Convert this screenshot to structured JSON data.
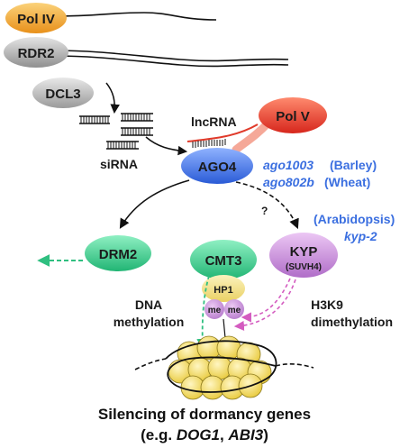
{
  "proteins": {
    "pol4": "Pol IV",
    "rdr2": "RDR2",
    "dcl3": "DCL3",
    "pol5": "Pol V",
    "ago4": "AGO4",
    "drm2": "DRM2",
    "cmt3": "CMT3",
    "kyp": "KYP",
    "kyp_alias": "(SUVH4)",
    "hp1": "HP1",
    "me1": "me",
    "me2": "me"
  },
  "labels": {
    "sirna": "siRNA",
    "lncrna": "lncRNA",
    "question": "?",
    "dna_methylation_l1": "DNA",
    "dna_methylation_l2": "methylation",
    "h3k9_l1": "H3K9",
    "h3k9_l2": "dimethylation"
  },
  "mutants": {
    "barley_gene": "ago1003",
    "barley_species": "(Barley)",
    "wheat_gene": "ago802b",
    "wheat_species": "(Wheat)",
    "arabidopsis_species": "(Arabidopsis)",
    "arabidopsis_gene": "kyp-2"
  },
  "caption": {
    "line1": "Silencing of dormancy genes",
    "line2_prefix": "(e.g. ",
    "gene1": "DOG1",
    "sep": ", ",
    "gene2": "ABI3",
    "line2_suffix": ")"
  },
  "colors": {
    "pol4": "#f5a623",
    "rdr2": "#b0b0b0",
    "dcl3": "#b5b5b5",
    "pol5": "#e8352a",
    "ago4": "#3a6fe0",
    "drm2": "#33cc8a",
    "cmt3": "#33cc8a",
    "kyp": "#c47fd6",
    "hp1": "#f2df7a",
    "me": "#c990d8",
    "nucleosome": "#f7e27a",
    "mutant_text": "#3b6fe0",
    "green_arrow": "#2fbf80",
    "pink_arrow": "#d45cc0"
  }
}
